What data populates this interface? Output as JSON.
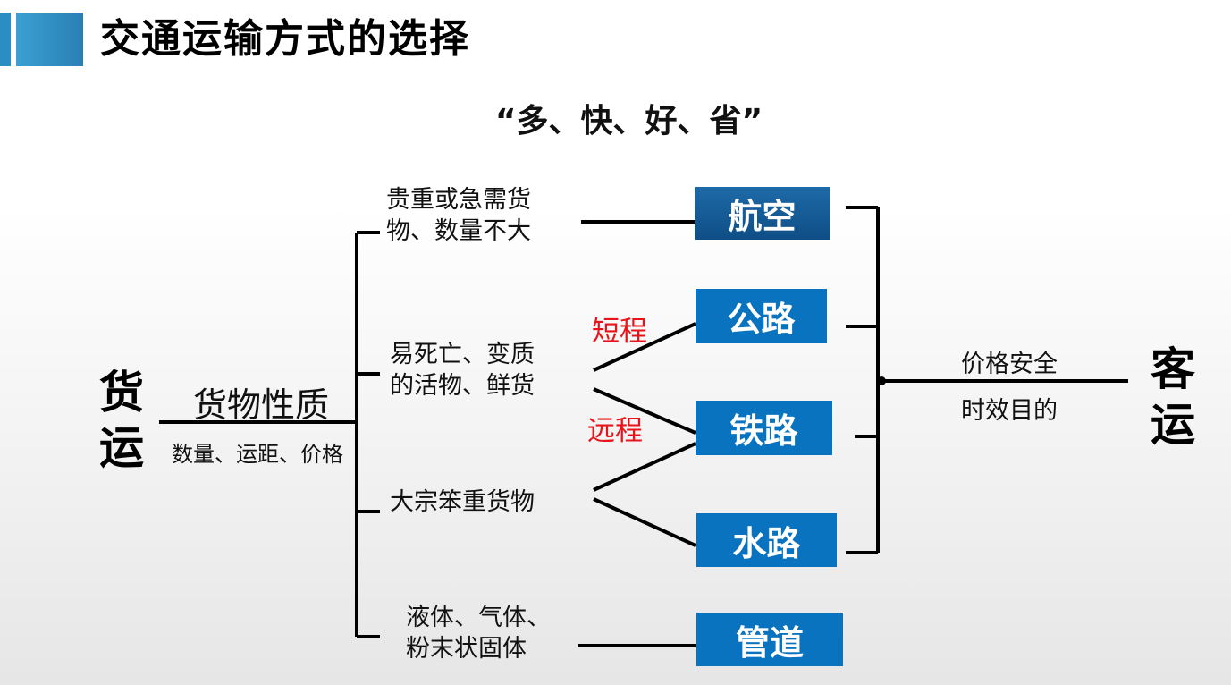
{
  "title": "交通运输方式的选择",
  "slogan": "“多、快、好、省”",
  "freight": {
    "label_line1": "货",
    "label_line2": "运",
    "property": "货物性质",
    "factors": "数量、运距、价格"
  },
  "passenger": {
    "label_line1": "客",
    "label_line2": "运",
    "factor_line1": "价格安全",
    "factor_line2": "时效目的"
  },
  "cargo_types": [
    {
      "line1": "贵重或急需货",
      "line2": "物、数量不大"
    },
    {
      "line1": "易死亡、变质",
      "line2": "的活物、鲜货"
    },
    {
      "line1": "大宗笨重货物",
      "line2": ""
    },
    {
      "line1": "液体、气体、",
      "line2": "粉末状固体"
    }
  ],
  "distance_labels": {
    "short": "短程",
    "long": "远程"
  },
  "modes": [
    "航空",
    "公路",
    "铁路",
    "水路",
    "管道"
  ],
  "colors": {
    "mode_box": "#0a73bf",
    "accent_red": "#e8141b",
    "title_accent": "#2b8ec2"
  }
}
